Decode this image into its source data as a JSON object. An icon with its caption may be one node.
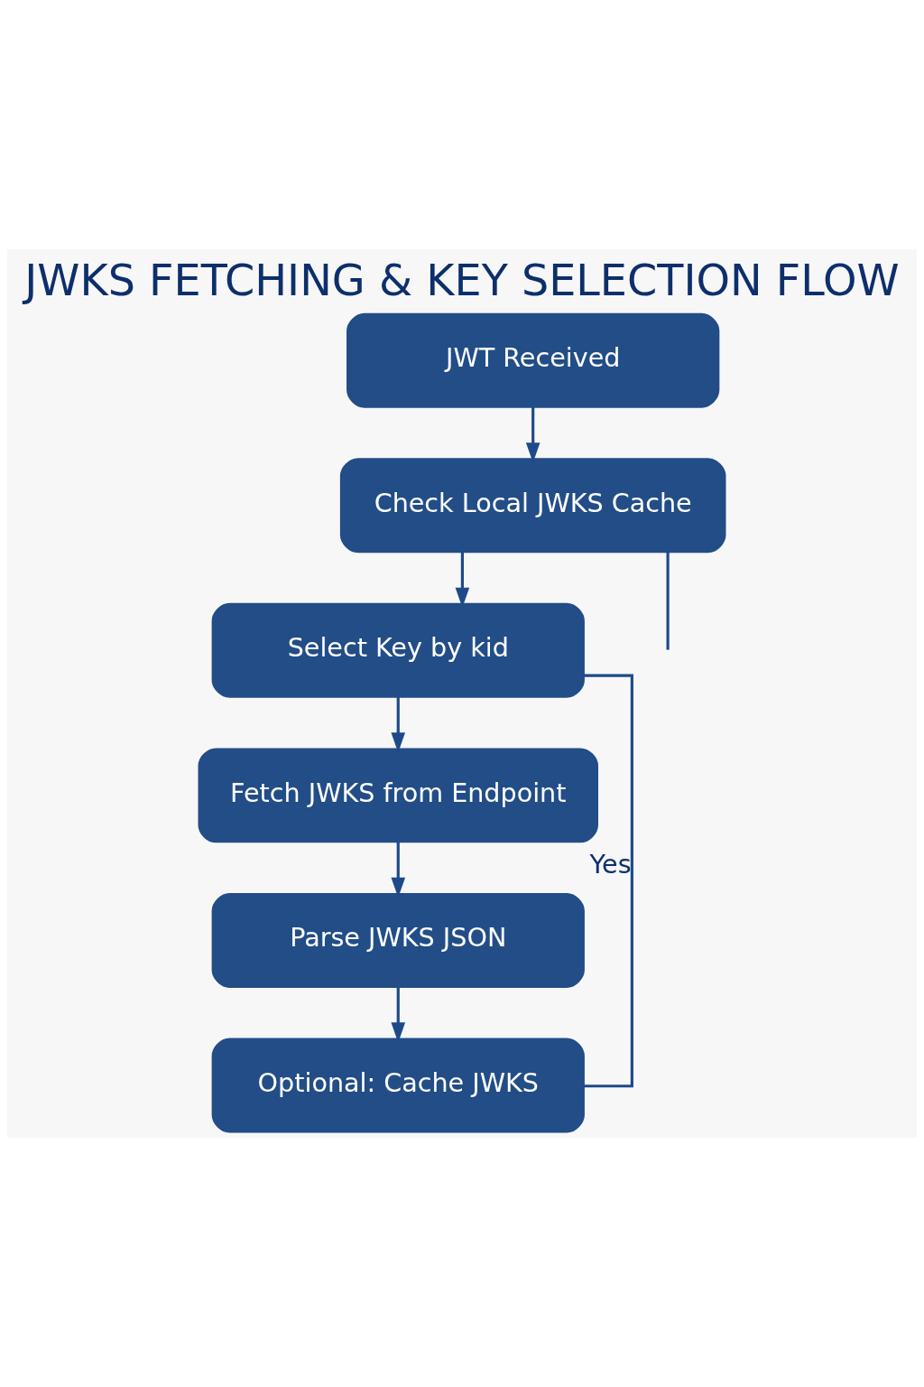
{
  "diagram": {
    "title": "JWKS FETCHING & KEY SELECTION FLOW",
    "nodes": [
      {
        "text": [
          "JWT Received"
        ]
      },
      {
        "text": [
          "Check Local JWKS Cache"
        ]
      },
      {
        "text": [
          "Select Key by kid"
        ]
      },
      {
        "text": [
          "Fetch JWKS from Endpoint"
        ]
      },
      {
        "text": [
          "Parse JWKS JSON"
        ]
      },
      {
        "text": [
          "Optional: Cache JWKS"
        ]
      }
    ],
    "edges": [
      {
        "from": 0,
        "to": 1,
        "arrow": "to"
      },
      {
        "from": 1,
        "to": 2,
        "arrow": "to"
      },
      {
        "from": 2,
        "to": 3,
        "arrow": "to"
      },
      {
        "from": 3,
        "to": 4,
        "arrow": "to"
      },
      {
        "from": 4,
        "to": 5,
        "arrow": "to"
      },
      {
        "from": 5,
        "to": 2,
        "arrow": "none",
        "label": "Yes"
      },
      {
        "from": 1,
        "to": null,
        "arrow": "none"
      }
    ]
  }
}
